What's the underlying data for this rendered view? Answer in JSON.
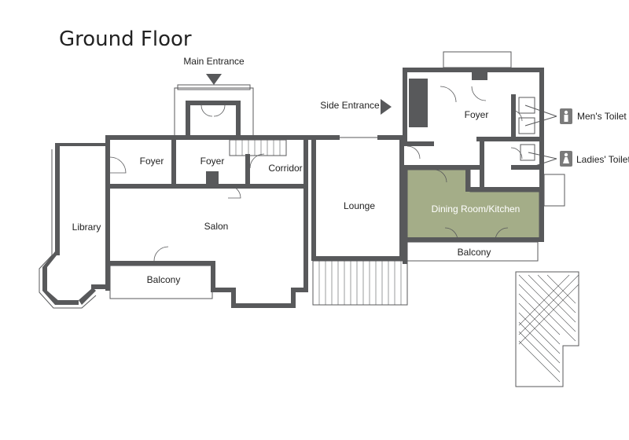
{
  "title": "Ground Floor",
  "entrances": {
    "main": "Main Entrance",
    "side": "Side Entrance"
  },
  "rooms": {
    "library": "Library",
    "foyer_left": "Foyer",
    "foyer_center": "Foyer",
    "corridor": "Corridor",
    "salon": "Salon",
    "balcony_left": "Balcony",
    "lounge": "Lounge",
    "foyer_right": "Foyer",
    "dining": "Dining Room/Kitchen",
    "balcony_right": "Balcony"
  },
  "toilets": {
    "mens": "Men's Toilet",
    "ladies": "Ladies' Toilet"
  },
  "colors": {
    "wall": "#58595b",
    "dining_fill": "#a4ad88",
    "toilet_badge": "#7a7a7a"
  },
  "icons": {
    "entrance_marker": "triangle-arrow-icon",
    "toilet_badge": "person-icon"
  }
}
